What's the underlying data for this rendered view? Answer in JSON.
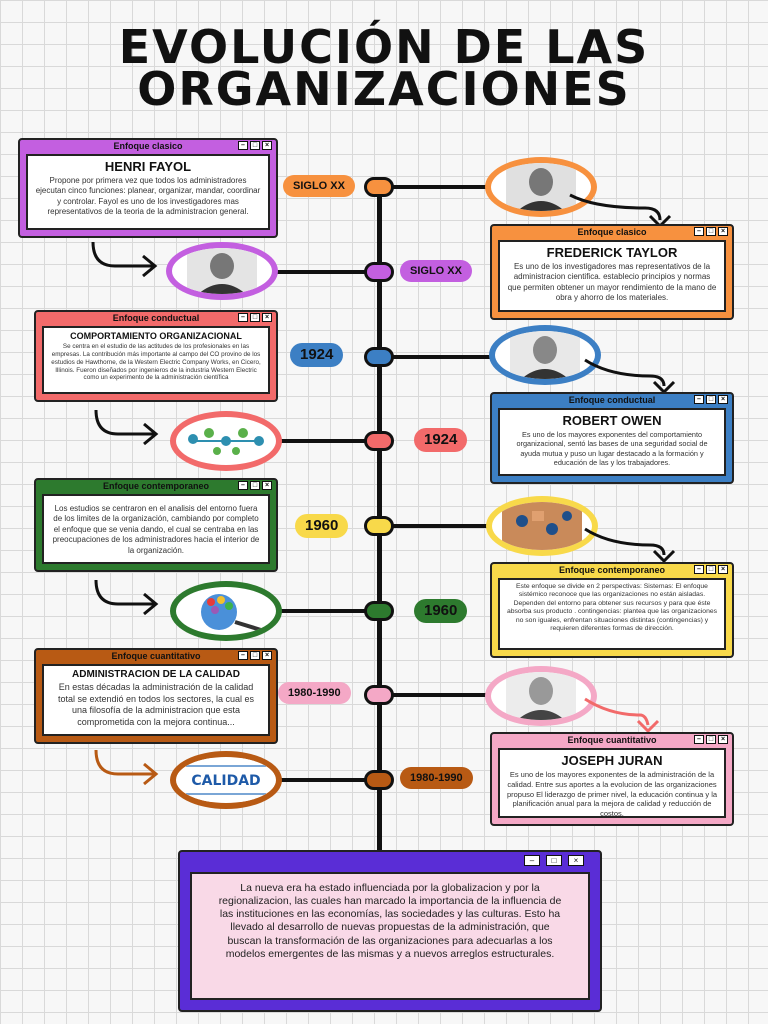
{
  "title": {
    "line1": "EVOLUCIÓN DE LAS",
    "line2": "ORGANIZACIONES"
  },
  "tags": {
    "siglo_xx_1": "SIGLO XX",
    "siglo_xx_2": "SIGLO XX",
    "y1924_1": "1924",
    "y1924_2": "1924",
    "y1960_1": "1960",
    "y1960_2": "1960",
    "y1980_1": "1980-1990",
    "y1980_2": "1980-1990"
  },
  "cards": {
    "fayol": {
      "header": "Enfoque clasico",
      "title": "HENRI FAYOL",
      "text": "Propone por primera vez que todos los administradores ejecutan cinco funciones: planear, organizar, mandar, coordinar y controlar. Fayol es uno de los investigadores mas representativos de la teoria de la administracion general."
    },
    "taylor": {
      "header": "Enfoque clasico",
      "title": "FREDERICK TAYLOR",
      "text": "Es uno de los investigadores mas representativos de la administracion cientifica. establecio principios y normas que permiten obtener un mayor rendimiento de la mano de obra y ahorro de los materiales."
    },
    "comportamiento": {
      "header": "Enfoque conductual",
      "title": "COMPORTAMIENTO ORGANIZACIONAL",
      "text": "Se centra en el estudio de las actitudes de los profesionales en las empresas. La contribución más importante al campo del CO provino de los estudios de Hawthorne, de la Western Electric Company Works, en Cicero, Illinois. Fueron diseñados por ingenieros de la industria Western Electric como un experimento de la administración científica"
    },
    "owen": {
      "header": "Enfoque conductual",
      "title": "ROBERT OWEN",
      "text": "Es uno de los mayores exponentes del comportamiento organizacional, sentó las bases de una seguridad social de ayuda mutua y puso un lugar destacado a la formación y educación de las y los trabajadores."
    },
    "contemporaneo_left": {
      "header": "Enfoque contemporaneo",
      "title": "",
      "text": "Los estudios se centraron en el analisis del entorno fuera de los limites de la organización, cambiando por completo el enfoque que se venia dando, el cual se centraba en las preocupaciones de los administradores hacia el interior de la organización."
    },
    "contemporaneo_right": {
      "header": "Enfoque contemporaneo",
      "title": "",
      "text": "Este enfoque se divide en 2 perspectivas: Sistemas: El enfoque sistémico reconoce que las organizaciones no están aisladas. Dependen del entorno para obtener sus recursos y para que éste absorba sus producto . contingencias: plantea que las organizaciones no son iguales, enfrentan situaciones distintas (contingencias) y requieren diferentes formas de dirección."
    },
    "calidad": {
      "header": "Enfoque cuantitativo",
      "title": "ADMINISTRACION DE LA CALIDAD",
      "text": "En estas décadas la administración de la calidad total se extendió en todos los sectores, la cual es una filosofía de la administracion que esta comprometida con la mejora continua..."
    },
    "juran": {
      "header": "Enfoque cuantitativo",
      "title": "JOSEPH JURAN",
      "text": "Es uno de los mayores exponentes de la administración de la calidad. Entre sus aportes a la evolucion de las organizaciones propuso El liderazgo de primer nivel, la educación continua y la planificación anual para la mejora de calidad y reducción de costos."
    }
  },
  "final_text": "La nueva era ha estado influenciada por la globalizacion y por la regionalizacion, las cuales han marcado la importancia de la influencia de las instituciones en las economías, las sociedades y las culturas. Esto ha llevado al desarrollo de nuevas propuestas de la administración, que buscan la transformación de las organizaciones para adecuarlas a los modelos emergentes de las mismas y a nuevos arreglos estructurales.",
  "photo_word": "CALIDAD",
  "colors": {
    "purple": "#c35fe0",
    "orange": "#f7913f",
    "blue": "#3c7fc4",
    "coral": "#f26a6a",
    "yellow": "#f8d94a",
    "green": "#2d7a2e",
    "pink": "#f4a8c6",
    "brown": "#b85a14",
    "final": "#5a2dd6"
  }
}
